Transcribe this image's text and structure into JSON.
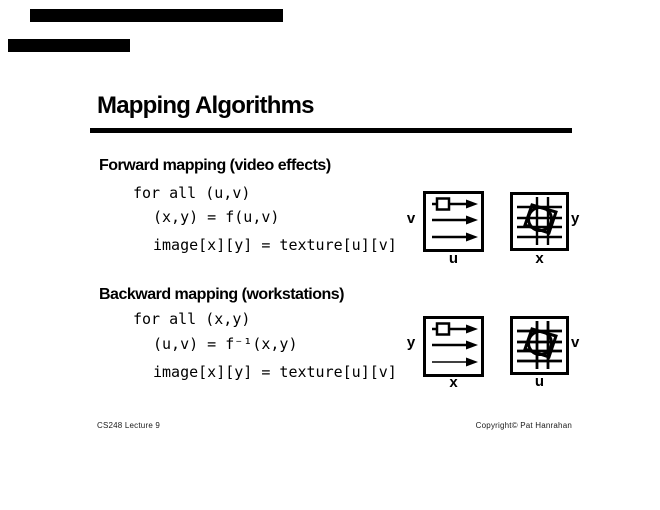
{
  "slide": {
    "title": "Mapping Algorithms",
    "sections": [
      {
        "heading": "Forward mapping (video effects)",
        "code": [
          "for all (u,v)",
          "(x,y) = f(u,v)",
          "image[x][y] = texture[u][v]"
        ],
        "diagram": {
          "scan_axis_left": "v",
          "scan_axis_bottom": "u",
          "grid_axis_right": "y",
          "grid_axis_bottom": "x"
        }
      },
      {
        "heading": "Backward mapping (workstations)",
        "code": [
          "for all (x,y)",
          "(u,v) = f⁻¹(x,y)",
          "image[x][y] = texture[u][v]"
        ],
        "diagram": {
          "scan_axis_left": "y",
          "scan_axis_bottom": "x",
          "grid_axis_right": "v",
          "grid_axis_bottom": "u"
        }
      }
    ],
    "footer": {
      "left": "CS248 Lecture 9",
      "right": "Copyright© Pat Hanrahan"
    },
    "colors": {
      "ink": "#000000",
      "background": "#ffffff"
    }
  }
}
